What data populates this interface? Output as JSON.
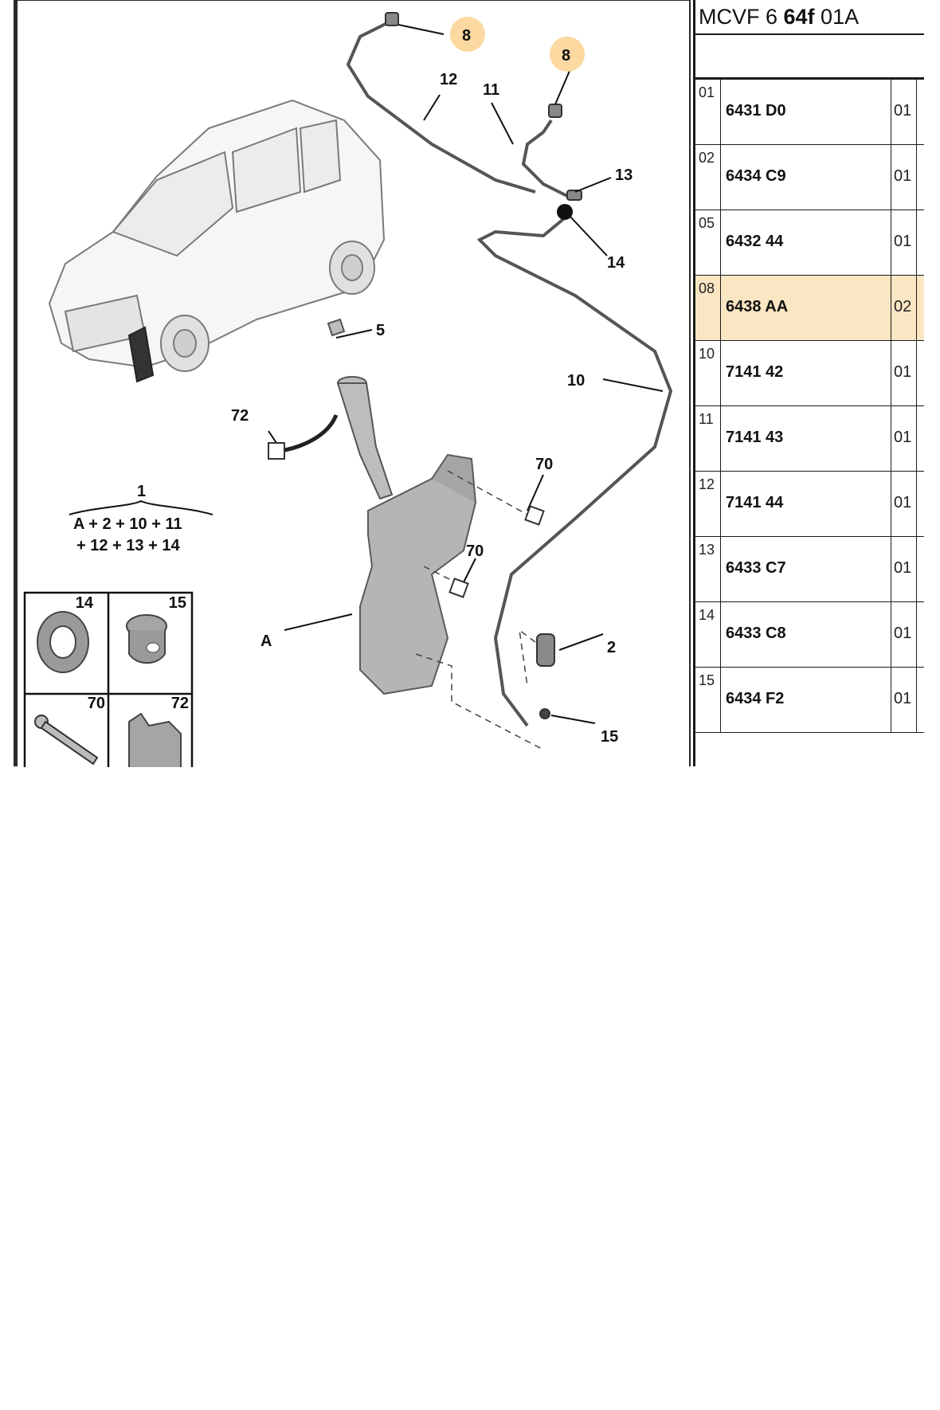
{
  "sheet": {
    "code_prefix": "MCVF 6 ",
    "code_bold": "64f",
    "code_suffix": " 01A"
  },
  "diagram": {
    "callouts": {
      "c8a": "8",
      "c8b": "8",
      "c12": "12",
      "c11": "11",
      "c13": "13",
      "c14": "14",
      "c5": "5",
      "c10": "10",
      "c72": "72",
      "c70a": "70",
      "c70b": "70",
      "cA": "A",
      "c2": "2",
      "c15": "15"
    },
    "kit": {
      "number": "1",
      "line1": "A + 2 + 10 + 11",
      "line2": "+ 12 + 13 + 14"
    },
    "inset_labels": {
      "i14": "14",
      "i15": "15",
      "i70": "70",
      "i72": "72"
    },
    "highlight_color": "#fbd9a0"
  },
  "parts_table": {
    "rows": [
      {
        "index": "01",
        "ref": "6431 D0",
        "qty": "01"
      },
      {
        "index": "02",
        "ref": "6434 C9",
        "qty": "01"
      },
      {
        "index": "05",
        "ref": "6432 44",
        "qty": "01"
      },
      {
        "index": "08",
        "ref": "6438 AA",
        "qty": "02",
        "highlight": true
      },
      {
        "index": "10",
        "ref": "7141 42",
        "qty": "01"
      },
      {
        "index": "11",
        "ref": "7141 43",
        "qty": "01"
      },
      {
        "index": "12",
        "ref": "7141 44",
        "qty": "01"
      },
      {
        "index": "13",
        "ref": "6433 C7",
        "qty": "01"
      },
      {
        "index": "14",
        "ref": "6433 C8",
        "qty": "01"
      },
      {
        "index": "15",
        "ref": "6434 F2",
        "qty": "01"
      }
    ]
  }
}
